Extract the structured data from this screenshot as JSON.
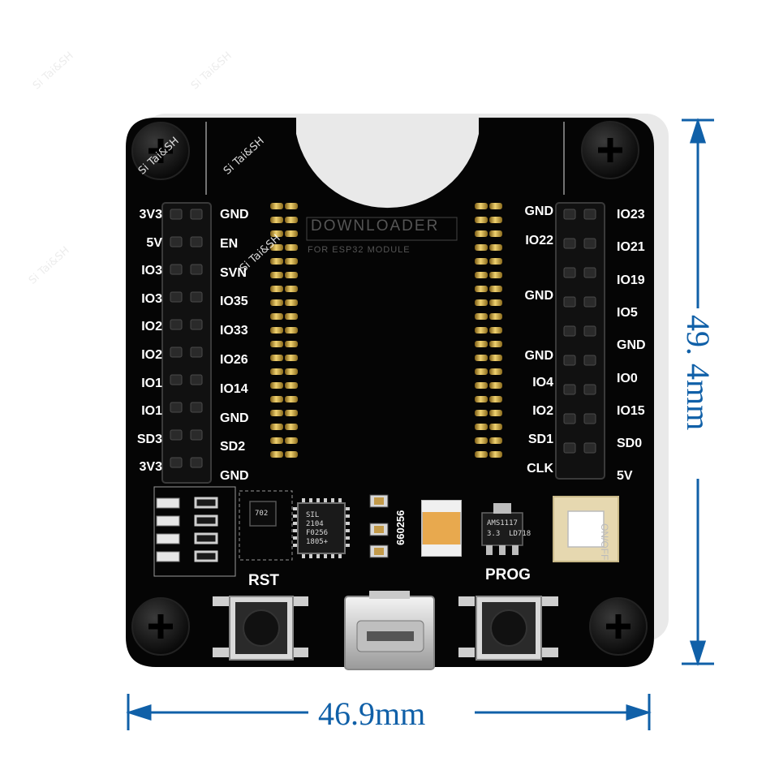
{
  "photo": {
    "subject": "ESP32 module downloader test board",
    "colors": {
      "board": "#050505",
      "dimension": "#1060a8",
      "pin_gold": "#c9a238",
      "silkscreen": "#ffffff"
    }
  },
  "left_pins": [
    "3V3",
    "5V",
    "IO3",
    "IO3",
    "IO2",
    "IO2",
    "IO1",
    "IO1",
    "SD3",
    "3V3"
  ],
  "left_inner_pins": [
    "GND",
    "EN",
    "SVN",
    "IO35",
    "IO33",
    "IO26",
    "IO14",
    "GND",
    "SD2",
    "GND"
  ],
  "right_inner_pins": [
    "GND",
    "IO22",
    "GND",
    "GND",
    "IO4",
    "IO2",
    "SD1",
    "CLK"
  ],
  "right_outer_pins": [
    "IO23",
    "IO21",
    "IO19",
    "IO5",
    "GND",
    "IO0",
    "IO15",
    "SD0",
    "5V"
  ],
  "board_text": {
    "downloader_title": "DOWNLOADER",
    "downloader_subtitle": "FOR ESP32 MODULE",
    "rst": "RST",
    "prog": "PROG",
    "on_off": "ON/OFF",
    "cap_code": "660256",
    "regulator_line1": "AMS1117",
    "regulator_line2": "3.3  LD718",
    "usb_chip_line1": "SIL",
    "usb_chip_line2": "2104",
    "usb_chip_line3": "F0256",
    "usb_chip_line4": "1805+",
    "small_chip": "702"
  },
  "watermark": "Si Tai&SH",
  "dimensions": {
    "width_label": "46.9mm",
    "height_label": "49. 4mm"
  }
}
